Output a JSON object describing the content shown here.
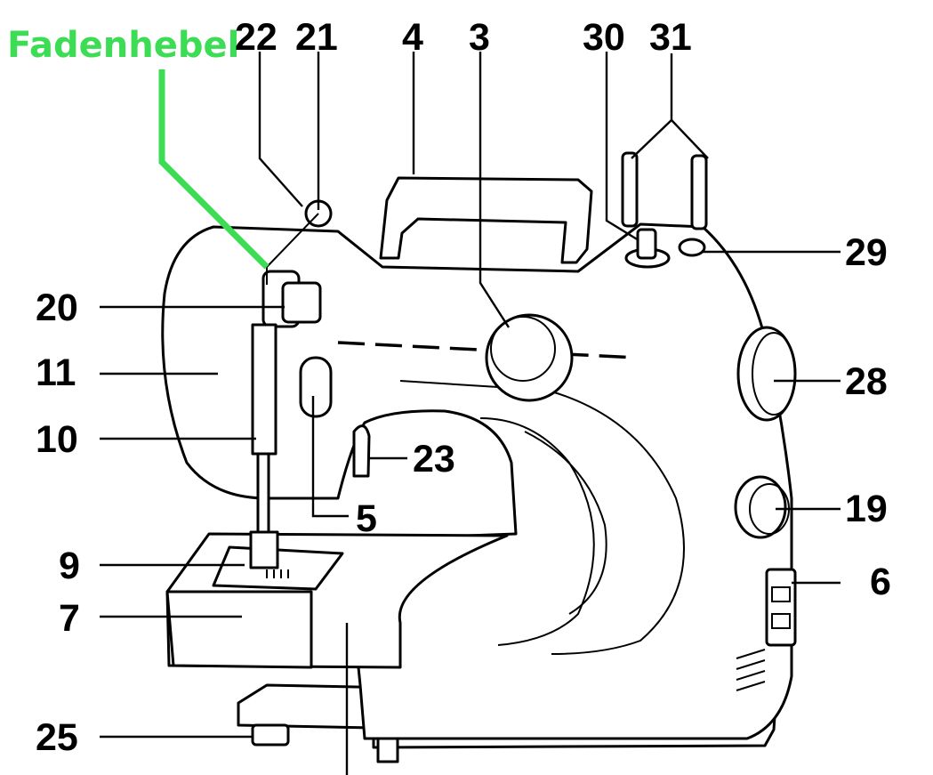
{
  "diagram": {
    "highlight_label": {
      "text": "Fadenhebel",
      "color": "#3ddc55"
    },
    "part_numbers": {
      "n22": "22",
      "n21": "21",
      "n4": "4",
      "n3": "3",
      "n30": "30",
      "n31": "31",
      "n29": "29",
      "n20": "20",
      "n28": "28",
      "n11": "11",
      "n10": "10",
      "n23": "23",
      "n19": "19",
      "n5": "5",
      "n9": "9",
      "n6": "6",
      "n7": "7",
      "n25": "25"
    },
    "colors": {
      "line": "#000000",
      "background": "#ffffff"
    }
  }
}
